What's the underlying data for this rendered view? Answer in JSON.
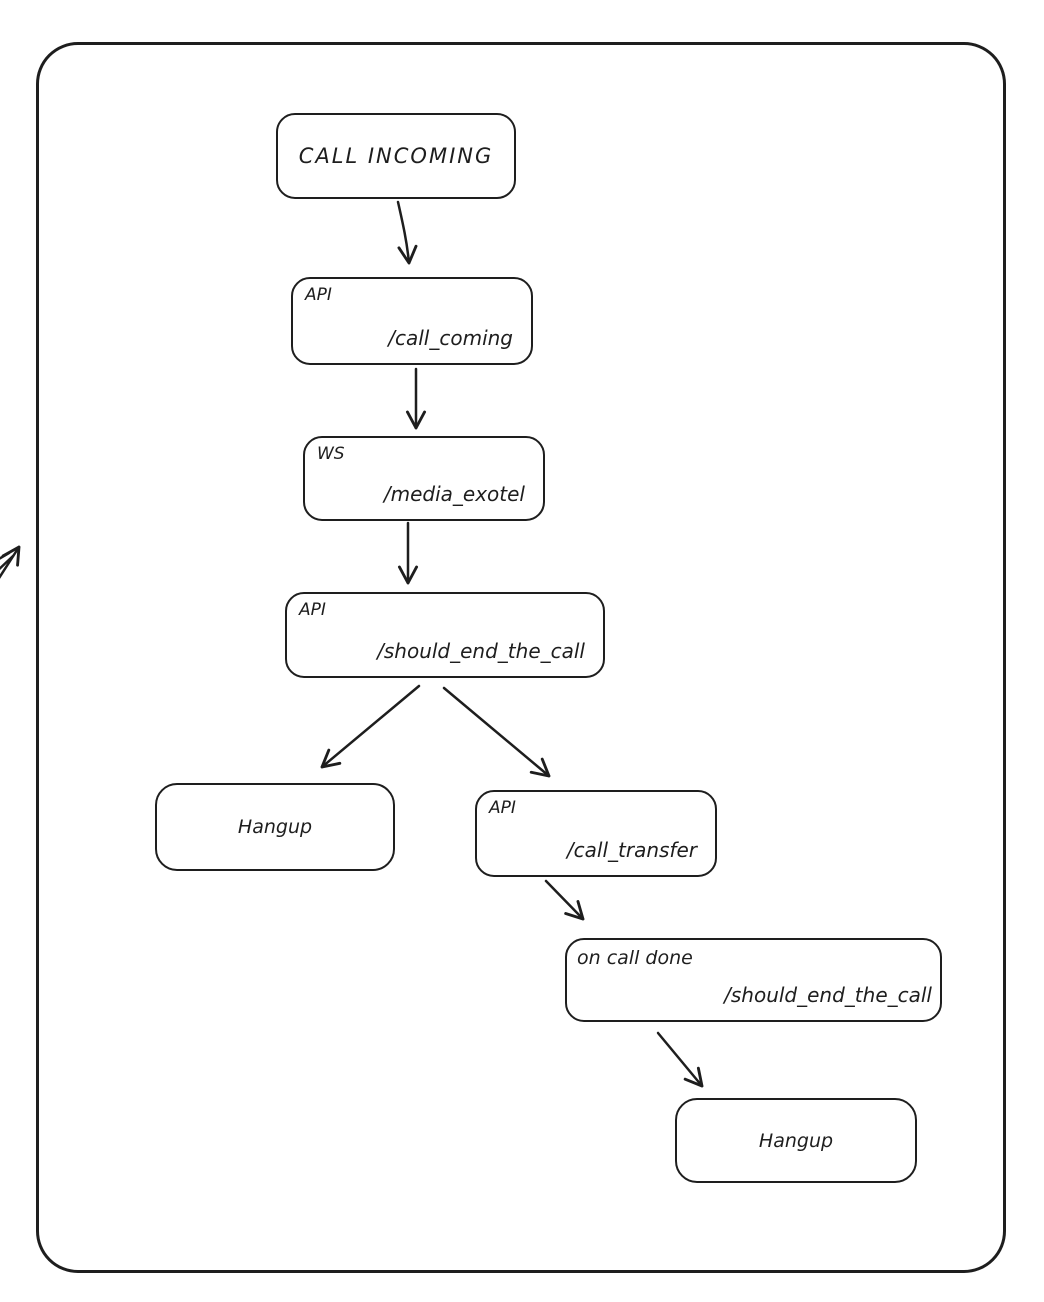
{
  "diagram": {
    "type": "flowchart",
    "style": "hand-drawn",
    "colors": {
      "stroke": "#1e1e1e",
      "background": "#ffffff"
    },
    "nodes": [
      {
        "id": "call-incoming",
        "title": "CALL INCOMING"
      },
      {
        "id": "api-call-coming",
        "label": "API",
        "value": "/call_coming"
      },
      {
        "id": "ws-media-exotel",
        "label": "WS",
        "value": "/media_exotel"
      },
      {
        "id": "api-should-end-the-call",
        "label": "API",
        "value": "/should_end_the_call"
      },
      {
        "id": "hangup-left",
        "title": "Hangup"
      },
      {
        "id": "api-call-transfer",
        "label": "API",
        "value": "/call_transfer"
      },
      {
        "id": "on-call-done",
        "label": "on call done",
        "value": "/should_end_the_call"
      },
      {
        "id": "hangup-right",
        "title": "Hangup"
      }
    ],
    "edges": [
      {
        "from": "call-incoming",
        "to": "api-call-coming"
      },
      {
        "from": "api-call-coming",
        "to": "ws-media-exotel"
      },
      {
        "from": "ws-media-exotel",
        "to": "api-should-end-the-call"
      },
      {
        "from": "api-should-end-the-call",
        "to": "hangup-left"
      },
      {
        "from": "api-should-end-the-call",
        "to": "api-call-transfer"
      },
      {
        "from": "api-call-transfer",
        "to": "on-call-done"
      },
      {
        "from": "on-call-done",
        "to": "hangup-right"
      },
      {
        "from": "outside-left",
        "to": "frame"
      }
    ]
  }
}
